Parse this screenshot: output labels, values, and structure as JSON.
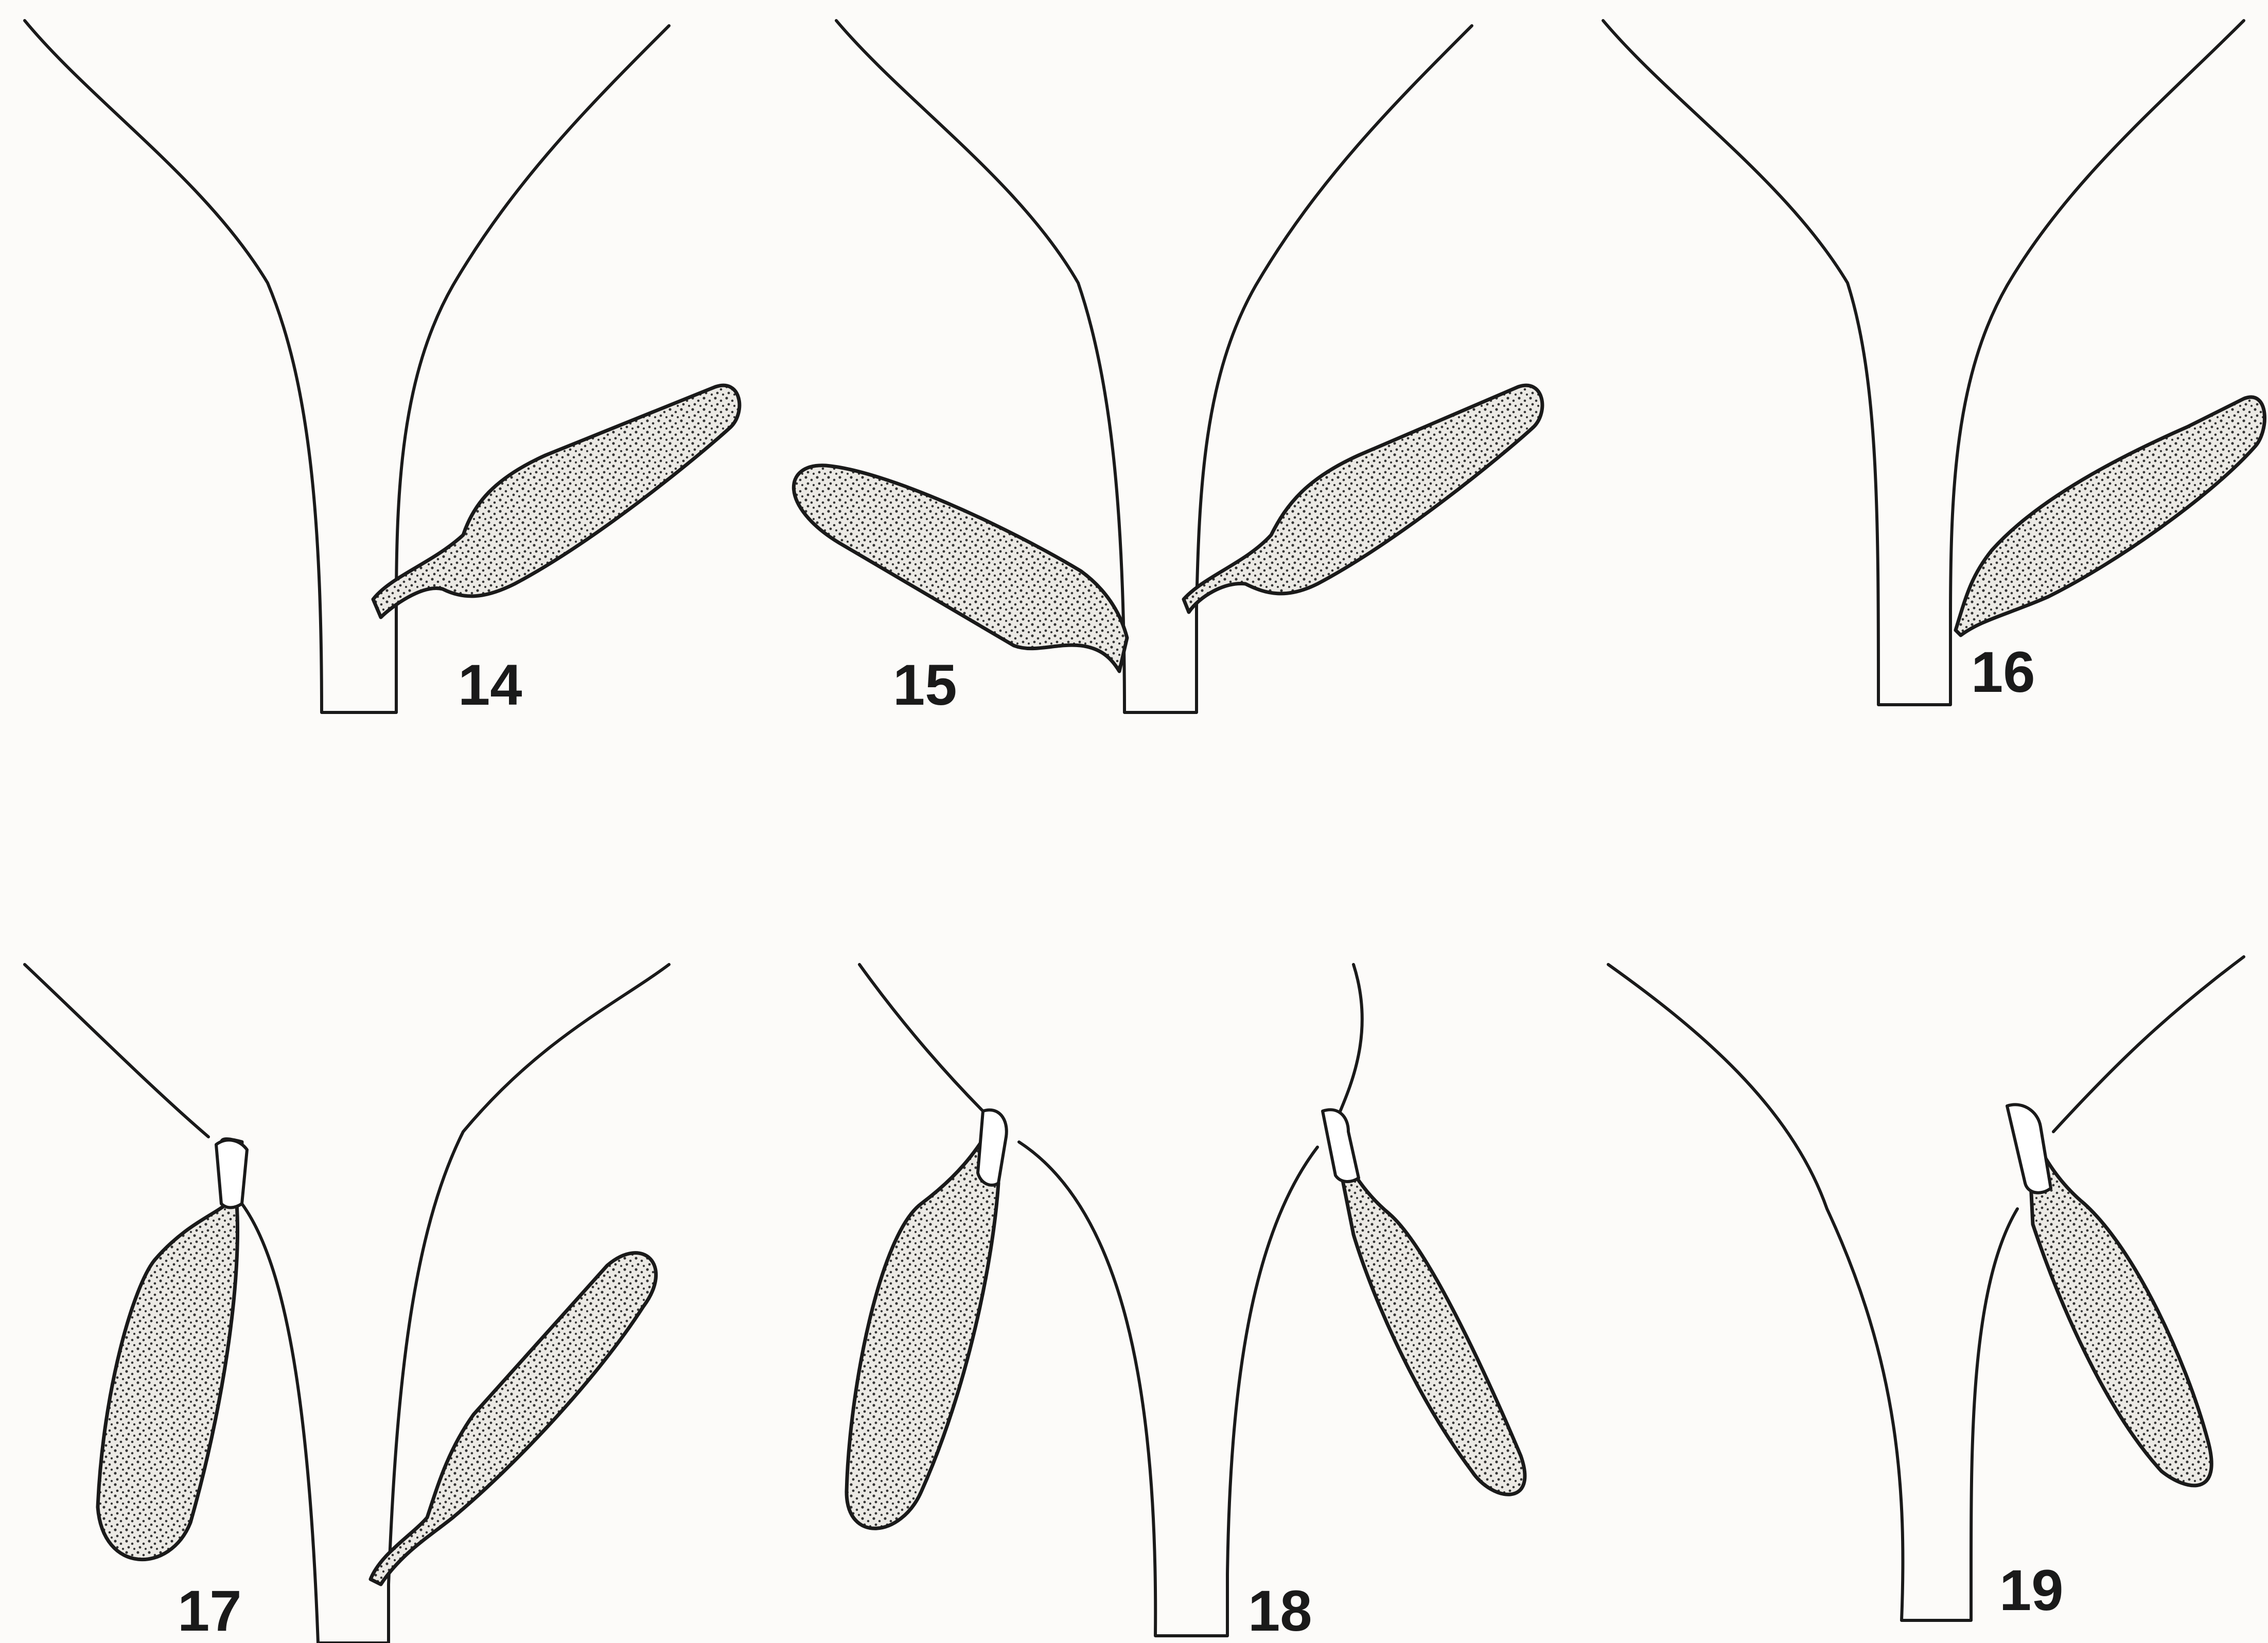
{
  "figures": [
    {
      "label": "14"
    },
    {
      "label": "15"
    },
    {
      "label": "16"
    },
    {
      "label": "17"
    },
    {
      "label": "18"
    },
    {
      "label": "19"
    }
  ],
  "colors": {
    "ink": "#1a1a1a",
    "paper": "#fcfbf9",
    "stipple_fill": "#e9e7e2"
  }
}
